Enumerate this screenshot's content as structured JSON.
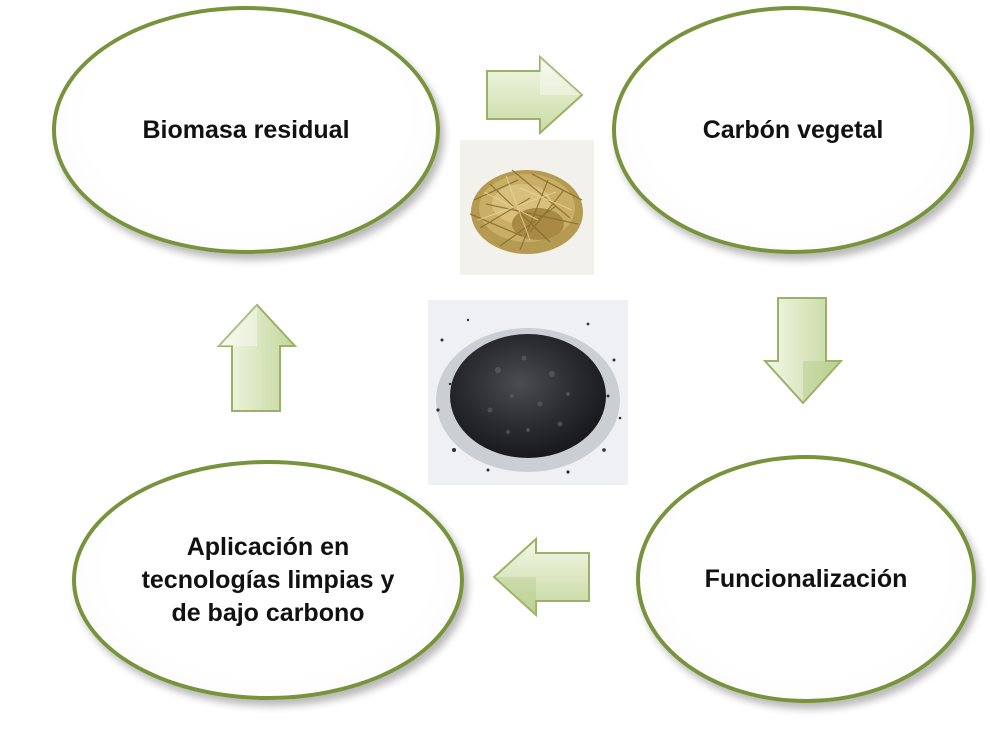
{
  "diagram": {
    "nodes": {
      "biomasa": "Biomasa residual",
      "carbon": "Carbón vegetal",
      "funcionalizacion": "Funcionalización",
      "aplicacion": "Aplicación en\ntecnologías limpias y\nde bajo carbono"
    },
    "images": {
      "biomass": "dry-grass-biomass-photo",
      "charcoal": "charcoal-powder-photo"
    },
    "arrows": [
      "biomasa-to-carbon",
      "carbon-to-funcionalizacion",
      "funcionalizacion-to-aplicacion",
      "aplicacion-to-biomasa"
    ],
    "colors": {
      "ellipse_border": "#77933c",
      "arrow_fill_light": "#eef5dd",
      "arrow_fill_dark": "#c3d69b",
      "arrow_stroke": "#9bb068"
    }
  }
}
